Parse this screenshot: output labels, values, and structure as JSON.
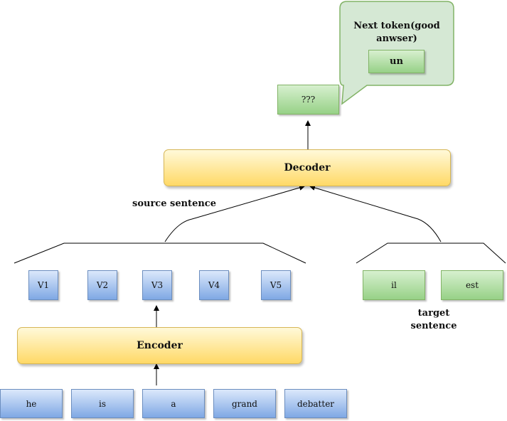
{
  "decoder": {
    "label": "Decoder"
  },
  "encoder": {
    "label": "Encoder"
  },
  "output_token": {
    "label": "???"
  },
  "callout": {
    "title": "Next token(good anwser)",
    "token": "un"
  },
  "source_label": "source sentence",
  "target_label": "target sentence",
  "vectors": [
    "V1",
    "V2",
    "V3",
    "V4",
    "V5"
  ],
  "input_tokens": [
    "he",
    "is",
    "a",
    "grand",
    "debatter"
  ],
  "target_tokens": [
    "il",
    "est"
  ],
  "colors": {
    "blue_fill": "#7fa8e4",
    "blue_stroke": "#6c8ebf",
    "green_fill": "#97d187",
    "green_stroke": "#82b366",
    "yellow_fill": "#ffd966",
    "yellow_stroke": "#d6b656"
  }
}
